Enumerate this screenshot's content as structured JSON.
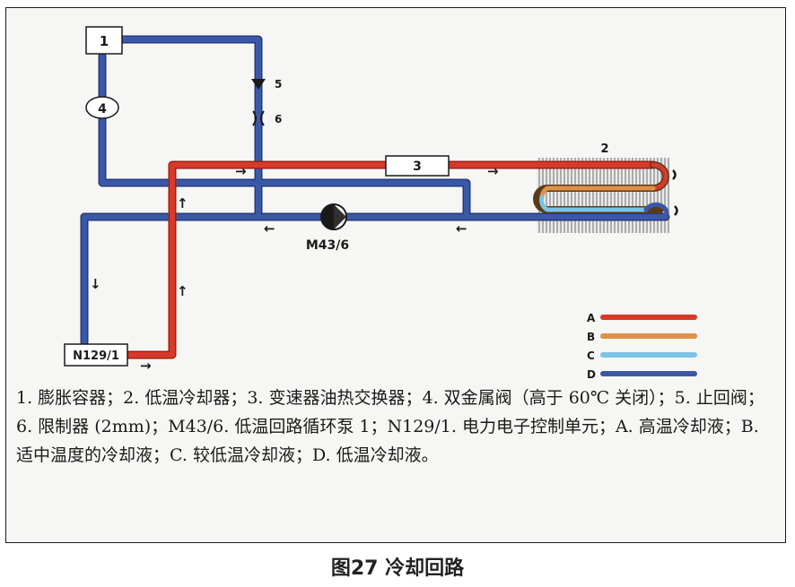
{
  "components": {
    "c1": "1",
    "c2": "2",
    "c3": "3",
    "c4": "4",
    "c5": "5",
    "c6": "6",
    "pump": "M43/6",
    "ecu": "N129/1"
  },
  "legend": [
    {
      "key": "A",
      "color": "#d83a2a"
    },
    {
      "key": "B",
      "color": "#e09048"
    },
    {
      "key": "C",
      "color": "#7cc4e6"
    },
    {
      "key": "D",
      "color": "#3a58a6"
    }
  ],
  "arrows": {
    "up": "↑",
    "down": "↓",
    "right": "→",
    "left": "←"
  },
  "caption": "1. 膨胀容器；2. 低温冷却器；3. 变速器油热交换器；4. 双金属阀（高于 60℃ 关闭）；5. 止回阀；6. 限制器 (2mm)；M43/6. 低温回路循环泵 1；N129/1. 电力电子控制单元；A. 高温冷却液；B. 适中温度的冷却液；C. 较低温冷却液；D. 低温冷却液。",
  "figure_title": "图27 冷却回路",
  "colors": {
    "red": "#d83a2a",
    "red_dark": "#9c1f16",
    "blue": "#3a58a6",
    "blue_dark": "#26397a",
    "orange": "#e09048",
    "lightblue": "#7cc4e6"
  }
}
